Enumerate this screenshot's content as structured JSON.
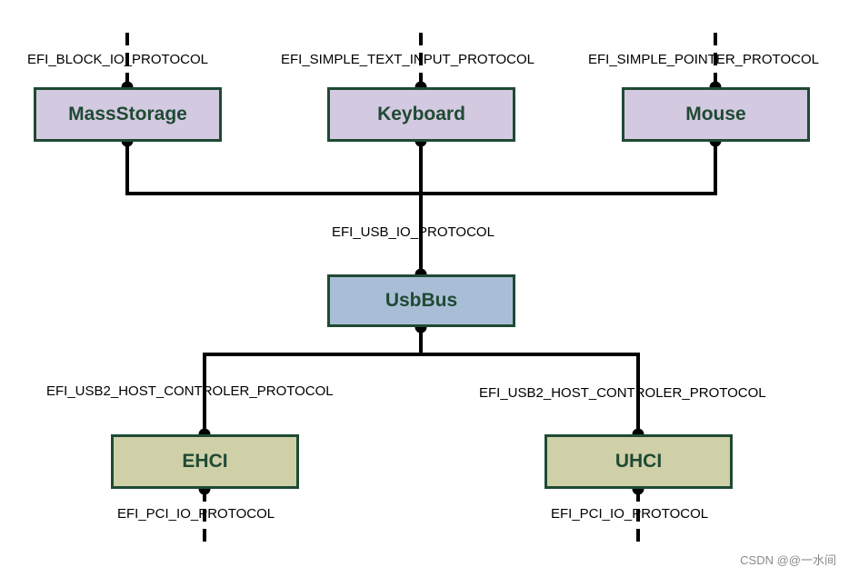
{
  "nodes": {
    "mass_storage": "MassStorage",
    "keyboard": "Keyboard",
    "mouse": "Mouse",
    "usb_bus": "UsbBus",
    "ehci": "EHCI",
    "uhci": "UHCI"
  },
  "protocols": {
    "block_io": "EFI_BLOCK_IO_PROTOCOL",
    "simple_text_input": "EFI_SIMPLE_TEXT_INPUT_PROTOCOL",
    "simple_pointer": "EFI_SIMPLE_POINTER_PROTOCOL",
    "usb_io": "EFI_USB_IO_PROTOCOL",
    "usb2_hc_left": "EFI_USB2_HOST_CONTROLER_PROTOCOL",
    "usb2_hc_right": "EFI_USB2_HOST_CONTROLER_PROTOCOL",
    "pci_io_left": "EFI_PCI_IO_PROTOCOL",
    "pci_io_right": "EFI_PCI_IO_PROTOCOL"
  },
  "watermark": "CSDN @@一水间",
  "colors": {
    "line": "#000000",
    "border": "#1f4a33",
    "device_fill": "#d3c9e0",
    "bus_fill": "#a9bdd6",
    "host_controller_fill": "#cfcfa8"
  }
}
